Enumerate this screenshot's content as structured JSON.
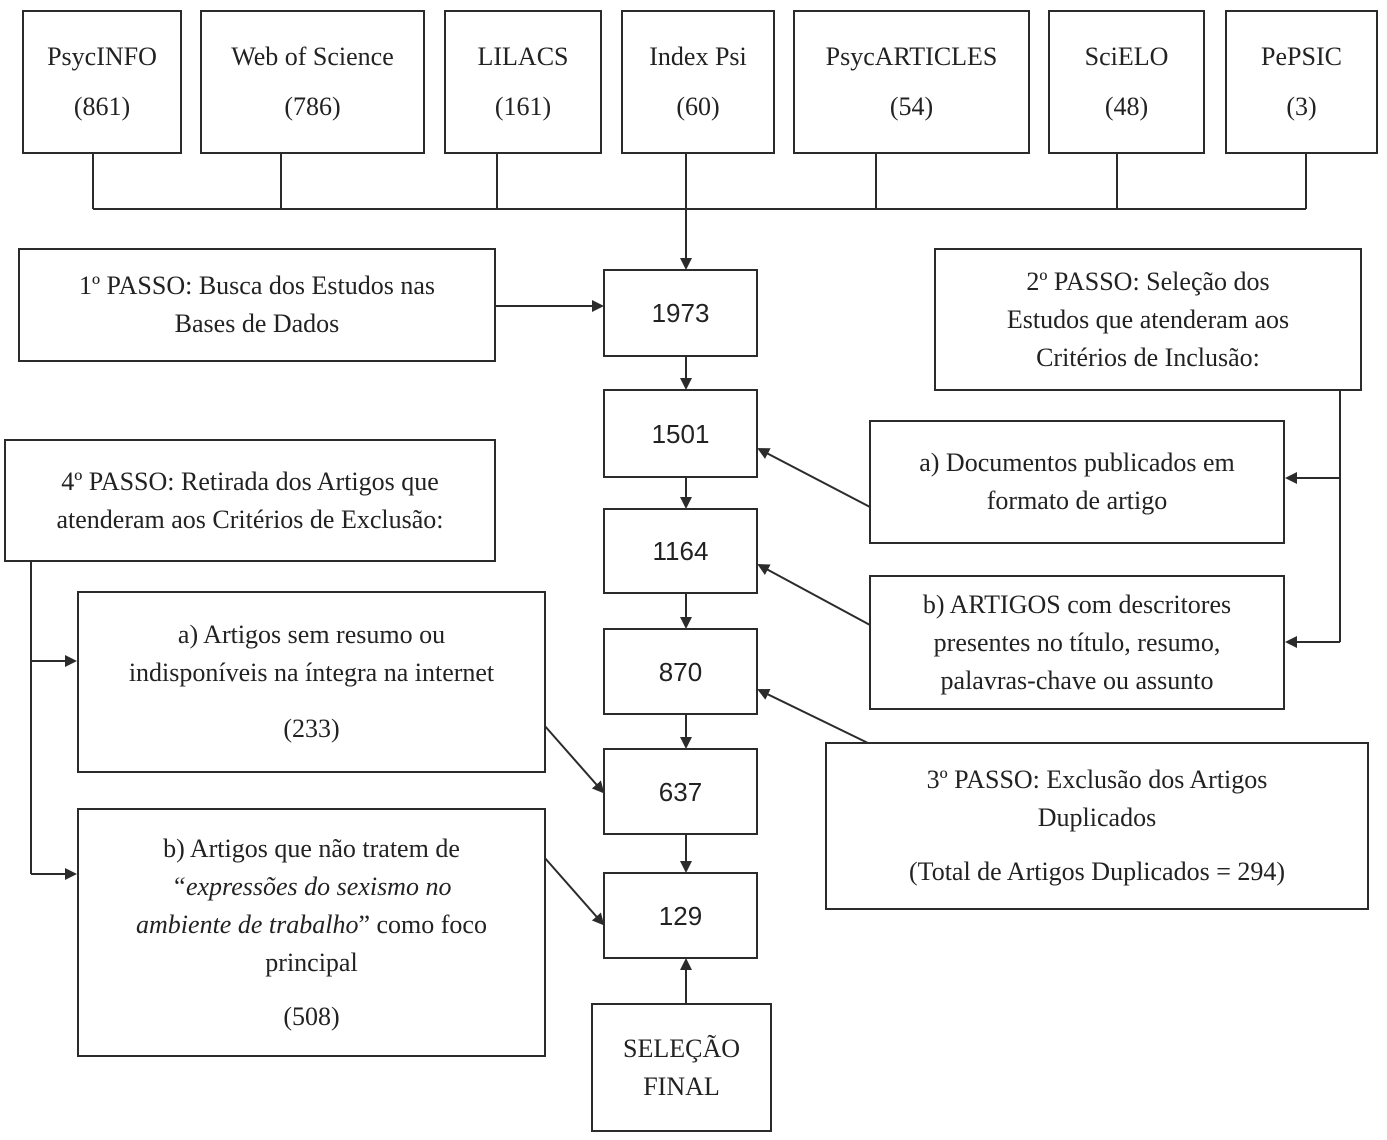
{
  "databases": [
    {
      "name": "PsycINFO",
      "count": "(861)"
    },
    {
      "name": "Web of Science",
      "count": "(786)"
    },
    {
      "name": "LILACS",
      "count": "(161)"
    },
    {
      "name": "Index Psi",
      "count": "(60)"
    },
    {
      "name": "PsycARTICLES",
      "count": "(54)"
    },
    {
      "name": "SciELO",
      "count": "(48)"
    },
    {
      "name": "PePSIC",
      "count": "(3)"
    }
  ],
  "flow_counts": [
    "1973",
    "1501",
    "1164",
    "870",
    "637",
    "129"
  ],
  "step1": {
    "line1": "1º PASSO: Busca dos Estudos nas",
    "line2": "Bases de Dados"
  },
  "step2": {
    "line1": "2º PASSO: Seleção dos",
    "line2": "Estudos que atenderam aos",
    "line3": "Critérios de Inclusão:"
  },
  "step2_a": {
    "line1": "a) Documentos publicados em",
    "line2": "formato de artigo"
  },
  "step2_b": {
    "line1": "b) ARTIGOS com descritores",
    "line2": "presentes no título, resumo,",
    "line3": "palavras-chave ou assunto"
  },
  "step3": {
    "line1": "3º PASSO: Exclusão dos Artigos",
    "line2": "Duplicados",
    "total": "(Total de Artigos Duplicados = 294)"
  },
  "step4": {
    "line1": "4º PASSO: Retirada dos Artigos que",
    "line2": "atenderam aos Critérios de Exclusão:"
  },
  "step4_a": {
    "line1": "a) Artigos sem resumo ou",
    "line2": "indisponíveis na íntegra na internet",
    "count": "(233)"
  },
  "step4_b": {
    "line1": "b) Artigos que não tratem de",
    "line2_italic": "“expressões do sexismo no",
    "line3_italic": "ambiente de trabalho",
    "line3_rest": "” como foco",
    "line4": "principal",
    "count": "(508)"
  },
  "final": {
    "line1": "SELEÇÃO",
    "line2": "FINAL"
  }
}
